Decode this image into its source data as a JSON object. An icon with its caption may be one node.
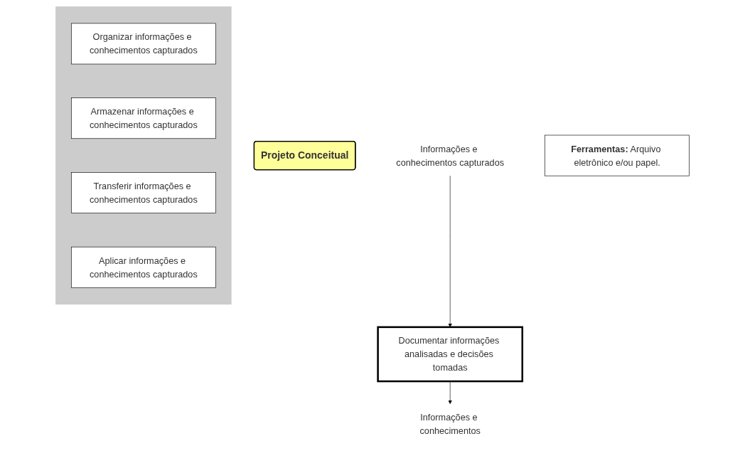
{
  "diagram": {
    "nodes": [
      {
        "text": [
          "Projeto Conceitual"
        ]
      },
      {
        "text": [
          "Informações e conhecimentos capturados"
        ]
      },
      {
        "text": [
          "Documentar informações analisadas e decisões tomadas"
        ]
      },
      {
        "text": [
          "Informações e conhecimentos"
        ]
      },
      {
        "text": [],
        "shape": "band"
      },
      {
        "text": [
          "Organizar informações e conhecimentos capturados"
        ],
        "in": 4
      },
      {
        "text": [
          "Armazenar informações e conhecimentos capturados"
        ],
        "in": 4
      },
      {
        "text": [
          "Transferir informações e conhecimentos capturados"
        ],
        "in": 4
      },
      {
        "text": [
          "Aplicar informações e conhecimentos capturados"
        ],
        "in": 4
      },
      {
        "text": [
          "**Ferramentas:** Arquivo eletrônico e/ou papel."
        ]
      }
    ],
    "edges": [
      {
        "from": 1,
        "to": 2,
        "arrow": "to"
      },
      {
        "from": 2,
        "to": 3,
        "arrow": "to"
      }
    ]
  }
}
